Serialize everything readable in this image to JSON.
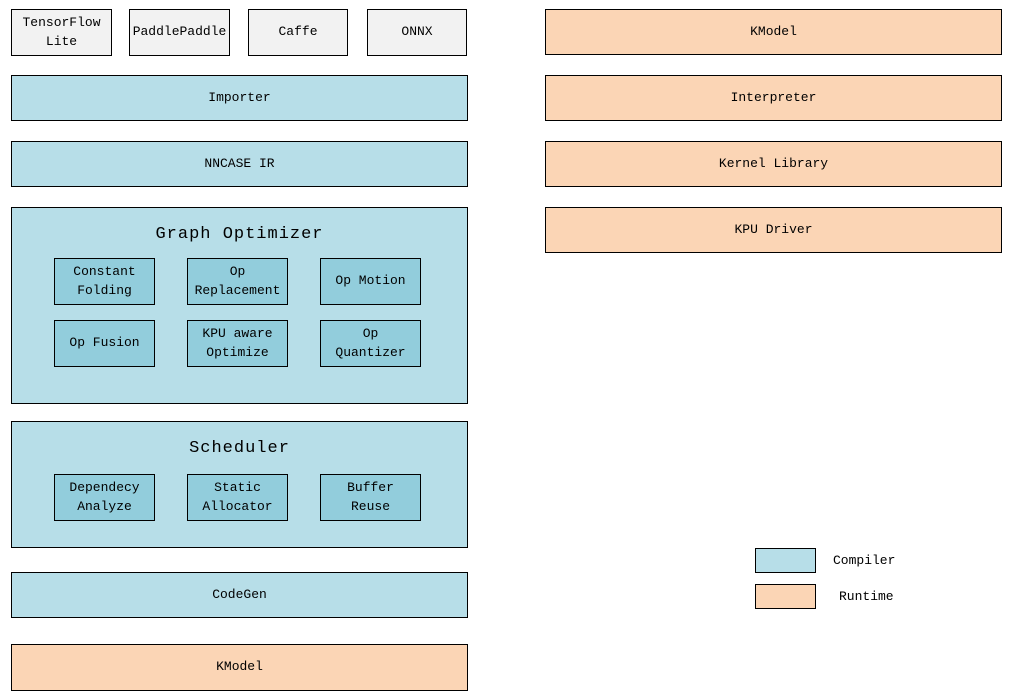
{
  "diagram": {
    "sources": [
      {
        "label": "TensorFlow Lite"
      },
      {
        "label": "PaddlePaddle"
      },
      {
        "label": "Caffe"
      },
      {
        "label": "ONNX"
      }
    ],
    "compiler_pipeline": {
      "importer": "Importer",
      "nncase_ir": "NNCASE IR",
      "graph_optimizer": {
        "title": "Graph Optimizer",
        "passes": [
          "Constant Folding",
          "Op Replacement",
          "Op Motion",
          "Op Fusion",
          "KPU aware Optimize",
          "Op Quantizer"
        ]
      },
      "scheduler": {
        "title": "Scheduler",
        "passes": [
          "Dependecy Analyze",
          "Static Allocator",
          "Buffer Reuse"
        ]
      },
      "codegen": "CodeGen",
      "kmodel": "KModel"
    },
    "runtime_stack": [
      "KModel",
      "Interpreter",
      "Kernel Library",
      "KPU Driver"
    ],
    "legend": {
      "compiler_label": "Compiler",
      "runtime_label": "Runtime"
    }
  },
  "colors": {
    "compiler_fill": "#b7dee8",
    "compiler_inner_fill": "#92cddc",
    "runtime_fill": "#fbd5b5",
    "source_fill": "#f2f2f2",
    "border_color": "#000000"
  }
}
